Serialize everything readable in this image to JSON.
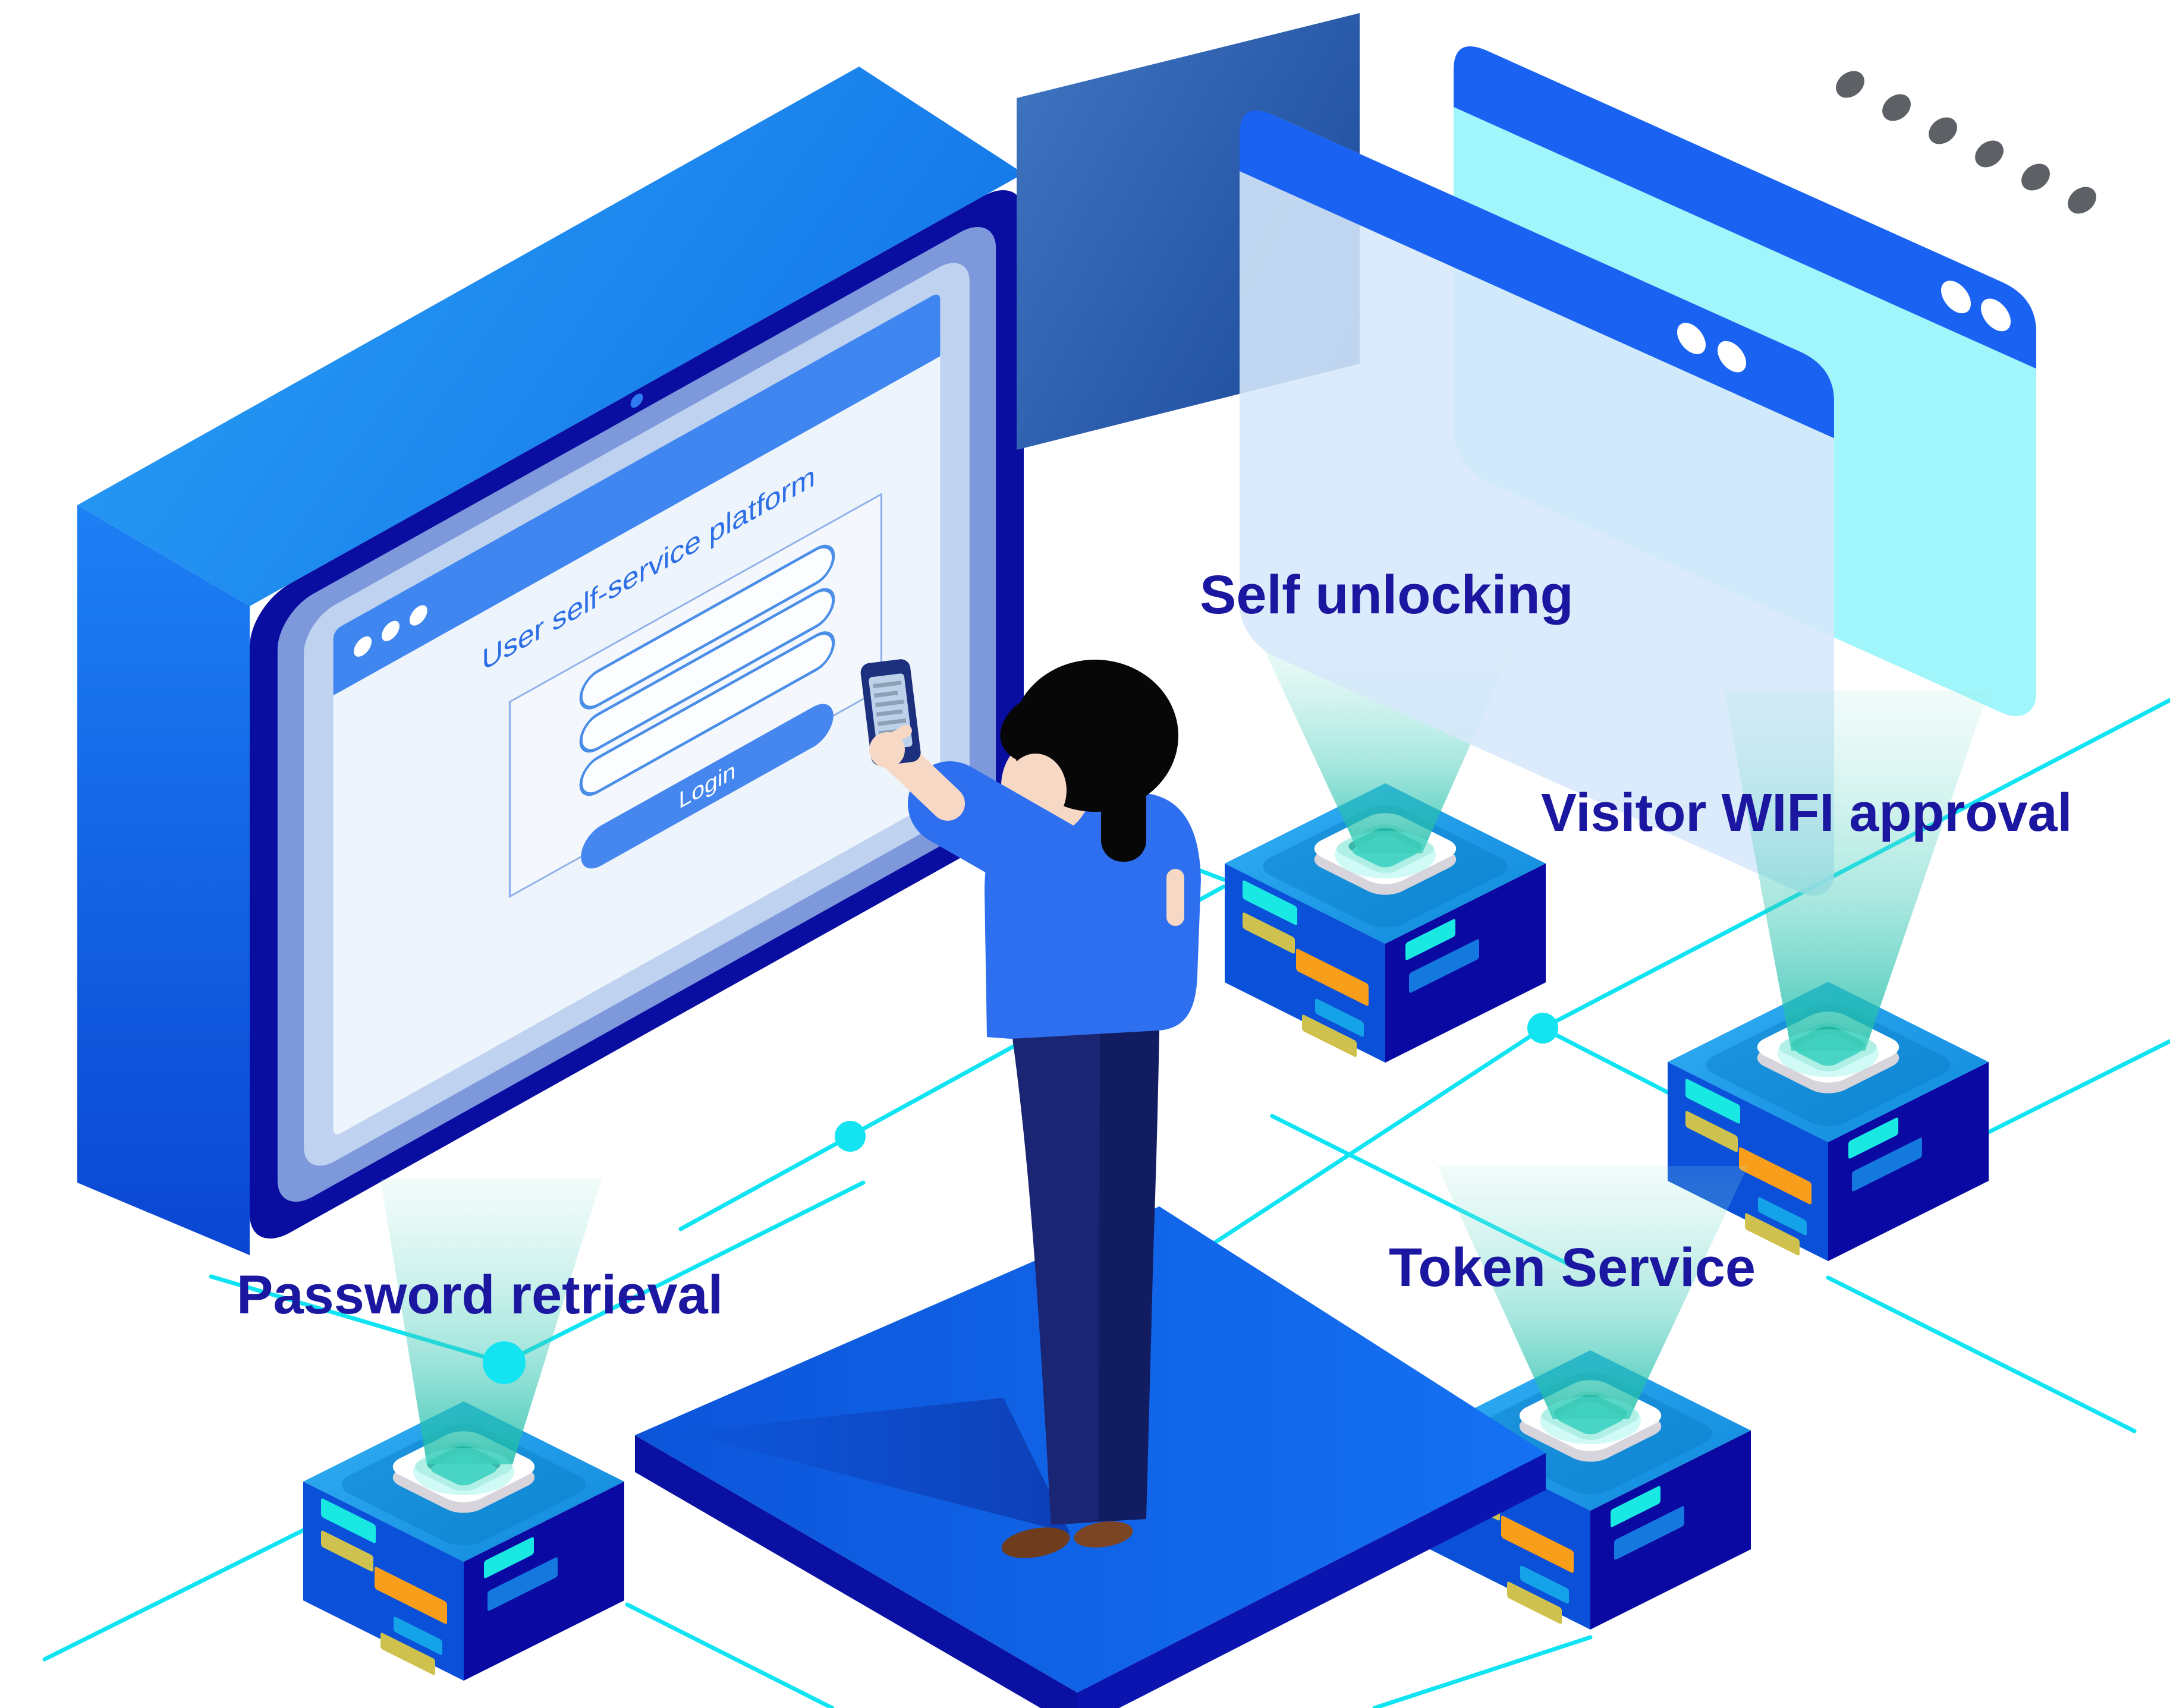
{
  "page": {
    "background": "#ffffff"
  },
  "monitor": {
    "screen_title": "User self-service platform",
    "login_button_label": "Login",
    "input_rows": 3,
    "titlebar_dots": 3
  },
  "service_labels": [
    {
      "id": "self-unlocking",
      "label": "Self unlocking"
    },
    {
      "id": "visitor-wifi-approval",
      "label": "Visitor WIFI approval"
    },
    {
      "id": "password-retrieval",
      "label": "Password retrieval"
    },
    {
      "id": "token-service",
      "label": "Token Service"
    }
  ],
  "icons": {
    "window_dot": "circle",
    "server_chip": "rounded-square-chip",
    "network_node": "glow-dot",
    "decor_dots": "6 gray ellipses"
  },
  "colors": {
    "primary_blue": "#1a63f2",
    "monitor_navy": "#090da0",
    "label_navy": "#1c17a0",
    "cyan_line": "#10e3f2",
    "teal_chip": "#2fc6b6",
    "window_cyan_body": "#a0f6fa",
    "window_light_body": "#d6e8fa",
    "cube_left_face": "#0b50d8",
    "cube_right_face": "#0a0aa2",
    "cube_top_face": "#16a2ee",
    "bar_cyan": "#1ae9e3",
    "bar_gold": "#cfc14d",
    "bar_orange": "#f89e1b",
    "bar_sky": "#14a3e8",
    "skin": "#f6d8c4",
    "shirt_blue": "#2e6ff0",
    "pants_navy": "#1a2574",
    "shoe_brown": "#6f3c1d",
    "platform_blue": "#0f63e8"
  }
}
